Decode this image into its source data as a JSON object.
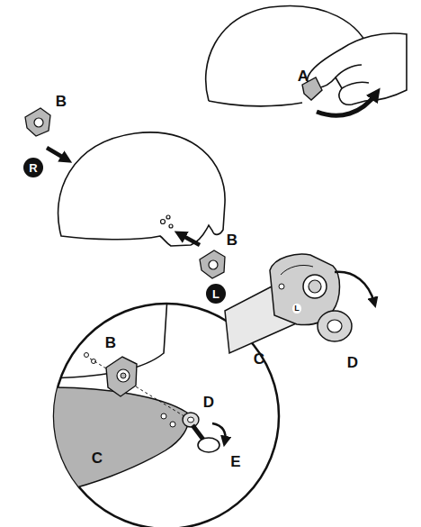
{
  "diagram": {
    "nodes": [
      {
        "text": [
          "R"
        ]
      },
      {
        "text": [
          "L"
        ]
      }
    ],
    "labels": [
      "A",
      "B",
      "B",
      "L",
      "C",
      "D",
      "B",
      "C",
      "D",
      "E"
    ]
  }
}
